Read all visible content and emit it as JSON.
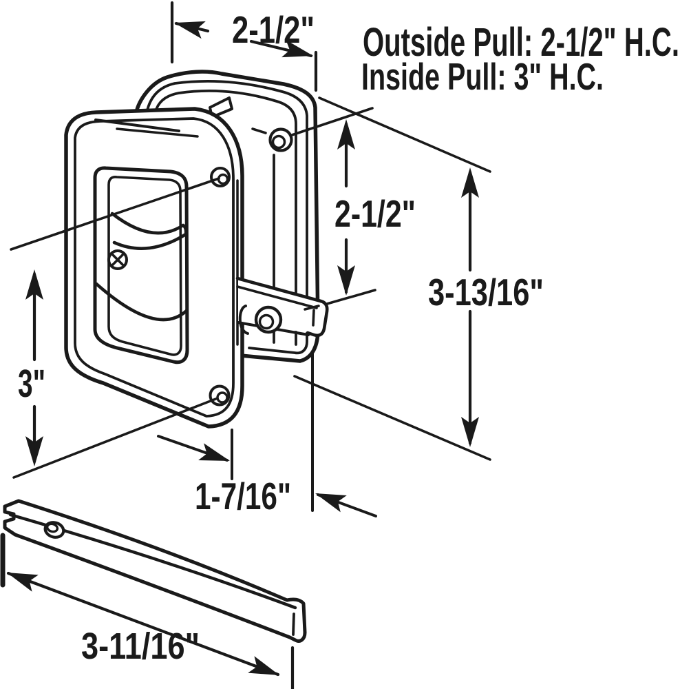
{
  "header": {
    "line1": "Outside Pull: 2-1/2\" H.C.",
    "line2": "Inside Pull: 3\" H.C."
  },
  "dimensions": {
    "top_width": "2-1/2\"",
    "outside_hole_spacing": "2-1/2\"",
    "overall_height": "3-13/16\"",
    "inside_hole_spacing": "3\"",
    "latch_offset": "1-7/16\"",
    "latch_bar_length": "3-11/16\""
  },
  "colors": {
    "line": "#1a1a1a",
    "background": "#ffffff"
  }
}
